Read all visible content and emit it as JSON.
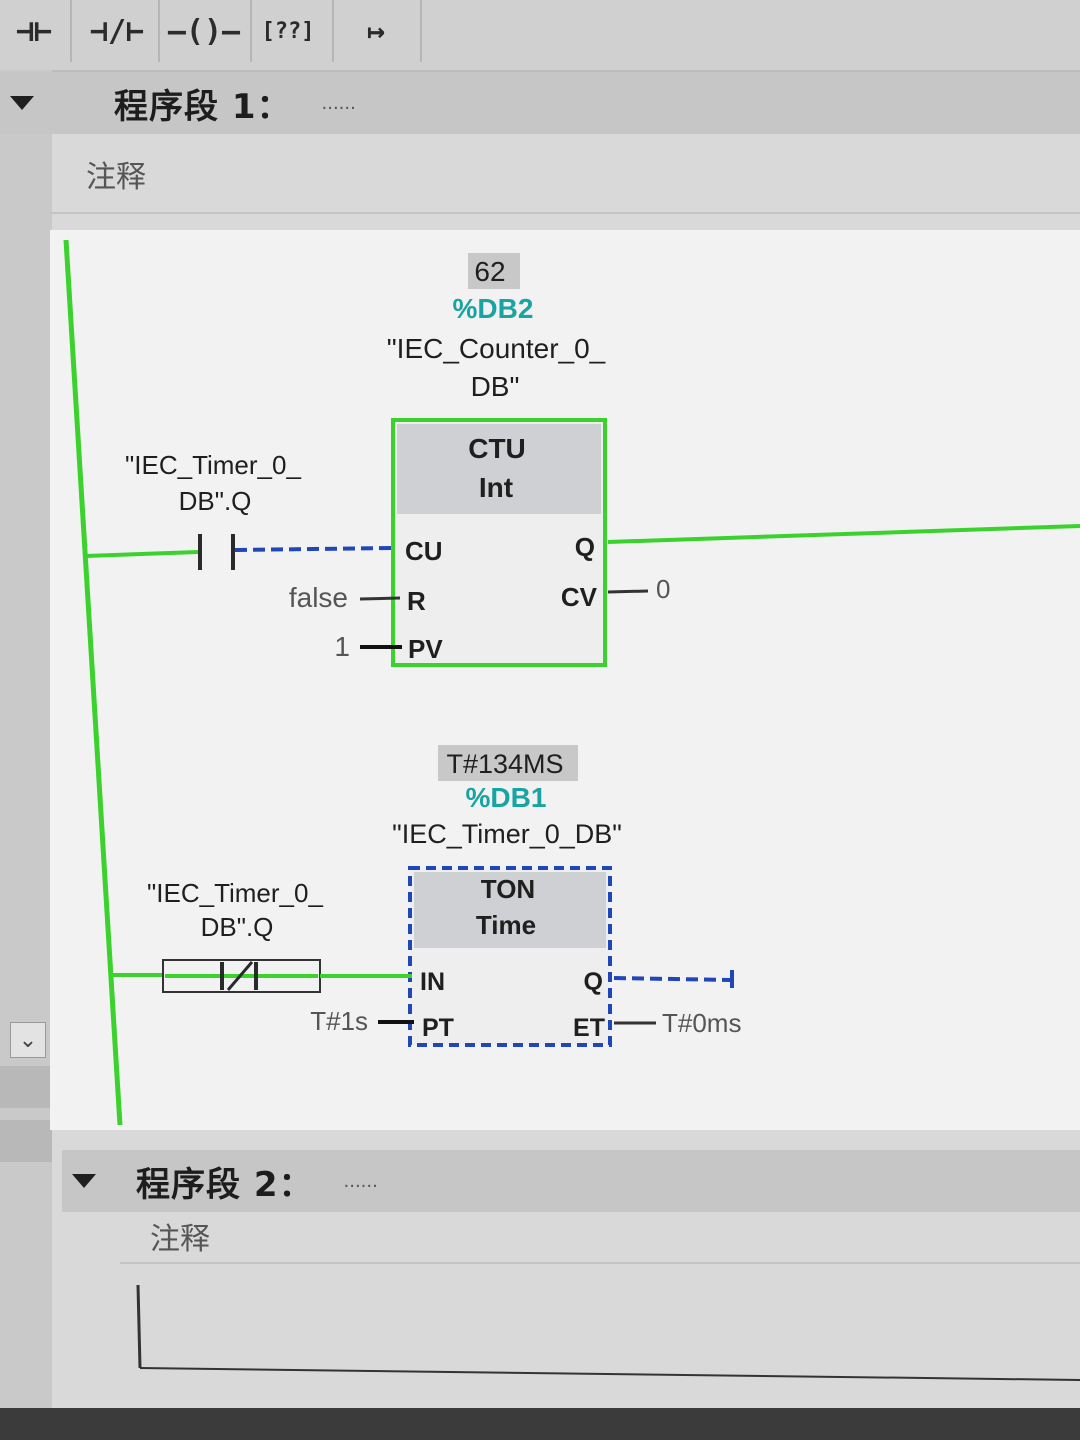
{
  "toolbar": {
    "items": [
      {
        "glyph": "⊣⊢",
        "icon": "no-contact-icon"
      },
      {
        "glyph": "⊣/⊢",
        "icon": "nc-contact-icon"
      },
      {
        "glyph": "–()–",
        "icon": "coil-icon"
      },
      {
        "glyph": "[??]",
        "icon": "empty-box-icon"
      },
      {
        "glyph": "↦",
        "icon": "open-branch-icon"
      }
    ]
  },
  "network1": {
    "title": "程序段 1：",
    "dots": "......",
    "comment": "注释",
    "counter": {
      "value": "62",
      "db_addr": "%DB2",
      "db_name_1": "\"IEC_Counter_0_",
      "db_name_2": "DB\"",
      "type": "CTU",
      "datatype": "Int",
      "pin_cu": "CU",
      "pin_r": "R",
      "pin_pv": "PV",
      "pin_q": "Q",
      "pin_cv": "CV",
      "r_value": "false",
      "pv_value": "1",
      "cv_value": "0",
      "contact_label_1": "\"IEC_Timer_0_",
      "contact_label_2": "DB\".Q"
    },
    "timer": {
      "value": "T#134MS",
      "db_addr": "%DB1",
      "db_name": "\"IEC_Timer_0_DB\"",
      "type": "TON",
      "datatype": "Time",
      "pin_in": "IN",
      "pin_pt": "PT",
      "pin_q": "Q",
      "pin_et": "ET",
      "pt_value": "T#1s",
      "et_value": "T#0ms",
      "contact_label_1": "\"IEC_Timer_0_",
      "contact_label_2": "DB\".Q"
    }
  },
  "network2": {
    "title": "程序段 2：",
    "dots": "......",
    "comment": "注释"
  },
  "colors": {
    "power_flow": "#3cd22e",
    "dashed": "#1f47b8",
    "db_addr": "#1aa3a3",
    "box_header": "#cfd0d3"
  }
}
